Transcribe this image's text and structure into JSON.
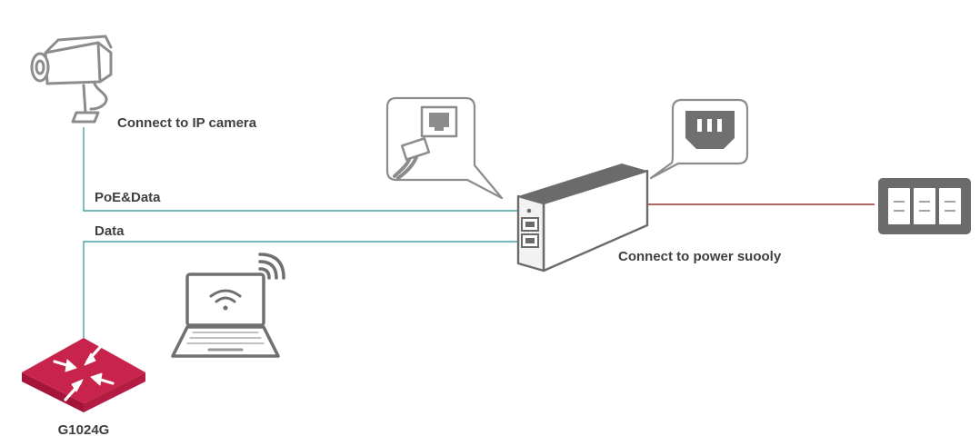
{
  "labels": {
    "camera": "Connect to IP camera",
    "poe_data": "PoE&Data",
    "data": "Data",
    "power": "Connect to power suooly",
    "switch": "G1024G"
  },
  "colors": {
    "data_line": "#4aa3a8",
    "power_line": "#9a3030",
    "switch_red": "#c8234a",
    "device_gray": "#6b6b6b",
    "outline_gray": "#8c8c8c"
  },
  "icons": {
    "camera": "ip-camera-icon",
    "rj45_callout": "rj45-connector-icon",
    "power_callout": "power-socket-icon",
    "injector": "poe-injector-icon",
    "outlet": "wall-outlet-icon",
    "laptop": "laptop-wifi-icon",
    "switch": "network-switch-icon"
  }
}
